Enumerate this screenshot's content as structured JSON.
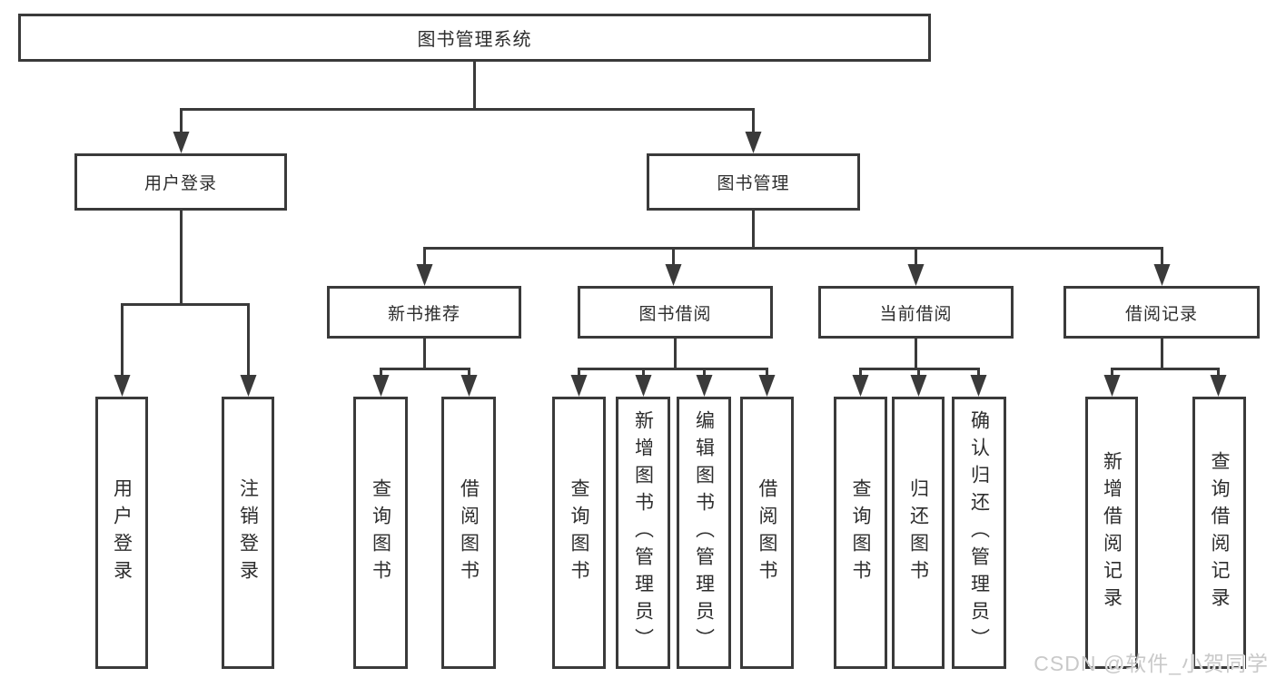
{
  "tree": {
    "root": {
      "label": "图书管理系统"
    },
    "level2": [
      {
        "label": "用户登录"
      },
      {
        "label": "图书管理"
      }
    ],
    "level3": [
      {
        "label": "新书推荐"
      },
      {
        "label": "图书借阅"
      },
      {
        "label": "当前借阅"
      },
      {
        "label": "借阅记录"
      }
    ],
    "leaves": {
      "user_login": [
        {
          "label": "用户登录"
        },
        {
          "label": "注销登录"
        }
      ],
      "new_book_recommend": [
        {
          "label": "查询图书"
        },
        {
          "label": "借阅图书"
        }
      ],
      "book_borrowing": [
        {
          "label": "查询图书"
        },
        {
          "label": "新增图书（管理员）"
        },
        {
          "label": "编辑图书（管理员）"
        },
        {
          "label": "借阅图书"
        }
      ],
      "current_borrowing": [
        {
          "label": "查询图书"
        },
        {
          "label": "归还图书"
        },
        {
          "label": "确认归还（管理员）"
        }
      ],
      "borrowing_records": [
        {
          "label": "新增借阅记录"
        },
        {
          "label": "查询借阅记录"
        }
      ]
    }
  },
  "watermark": {
    "text": "CSDN @软件_小贺同学",
    "color": "#c9c9c9"
  },
  "colors": {
    "line": "#3a3a3a",
    "text": "#2d2d2d",
    "background": "#ffffff"
  }
}
